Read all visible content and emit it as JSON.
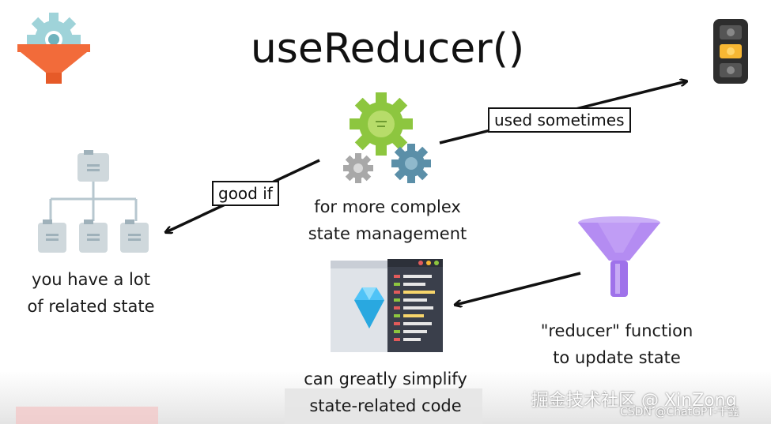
{
  "title": "useReducer()",
  "center_caption": [
    "for more complex",
    "state management"
  ],
  "left_caption": [
    "you have a lot",
    "of related state"
  ],
  "bottom_caption": [
    "can greatly simplify",
    "state-related code"
  ],
  "right_caption": [
    "\"reducer\" function",
    "to update state"
  ],
  "labels": {
    "good_if": "good if",
    "used_sometimes": "used sometimes"
  },
  "watermark": "掘金技术社区 @ XinZong",
  "watermark_small": "CSDN @ChatGPT-千鑫",
  "colors": {
    "gear_green": "#8dc63f",
    "gear_blue": "#5b8fa8",
    "gear_gray": "#a8a8a8",
    "funnel_orange": "#f26b3a",
    "funnel_purple": "#b48cf2",
    "traffic_body": "#2d2d2d",
    "traffic_yellow": "#f7b733",
    "editor_panel": "#3a3f4b",
    "diamond_blue": "#4fc3f7",
    "tree_node": "#cfd8dc"
  }
}
